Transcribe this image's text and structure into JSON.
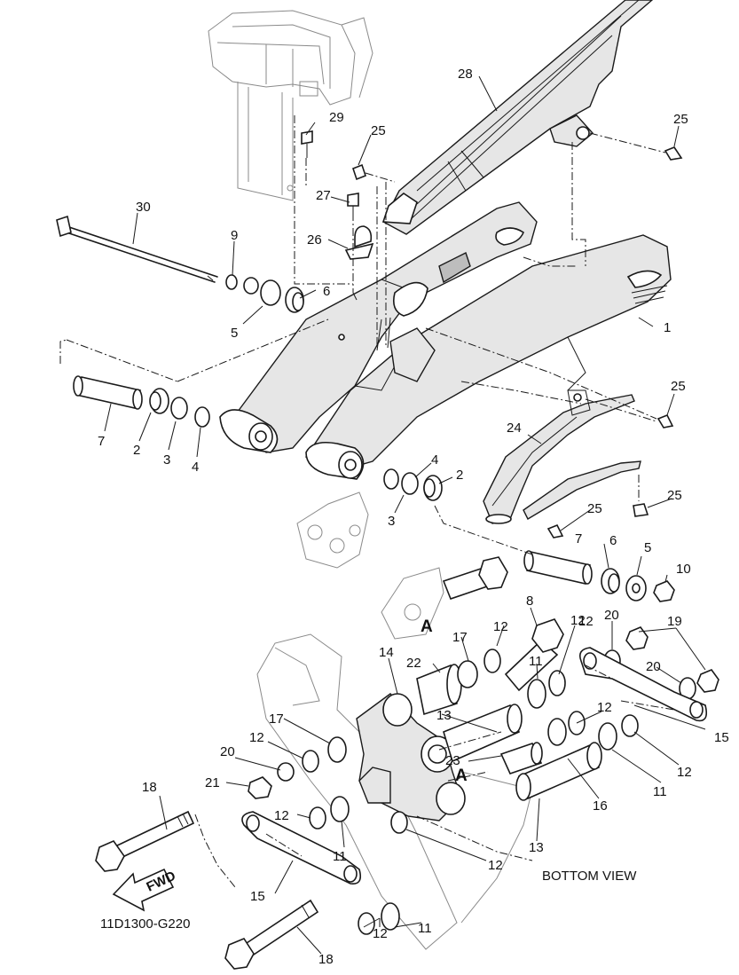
{
  "callouts": {
    "n1": "1",
    "n2a": "2",
    "n2b": "2",
    "n3a": "3",
    "n3b": "3",
    "n4a": "4",
    "n4b": "4",
    "n5a": "5",
    "n5b": "5",
    "n6a": "6",
    "n6b": "6",
    "n7a": "7",
    "n7b": "7",
    "n8": "8",
    "n9": "9",
    "n10": "10",
    "n11a": "11",
    "n11b": "11",
    "n11c": "11",
    "n11d": "11",
    "n12a": "12",
    "n12b": "12",
    "n12c": "12",
    "n12d": "12",
    "n12e": "12",
    "n12f": "12",
    "n12g": "12",
    "n12h": "12",
    "n12i": "12",
    "n13a": "13",
    "n13b": "13",
    "n14": "14",
    "n15a": "15",
    "n15b": "15",
    "n16": "16",
    "n17a": "17",
    "n17b": "17",
    "n18a": "18",
    "n18b": "18",
    "n19": "19",
    "n20a": "20",
    "n20b": "20",
    "n20c": "20",
    "n21": "21",
    "n22": "22",
    "n23": "23",
    "n24": "24",
    "n25a": "25",
    "n25b": "25",
    "n25c": "25",
    "n25d": "25",
    "n25e": "25",
    "n26": "26",
    "n27": "27",
    "n28": "28",
    "n29": "29",
    "n30": "30"
  },
  "markers": {
    "a_top": "A",
    "a_bottom": "A"
  },
  "fwd_label": "FWD",
  "bottom_view_label": "BOTTOM VIEW",
  "figure_code": "11D1300-G220"
}
